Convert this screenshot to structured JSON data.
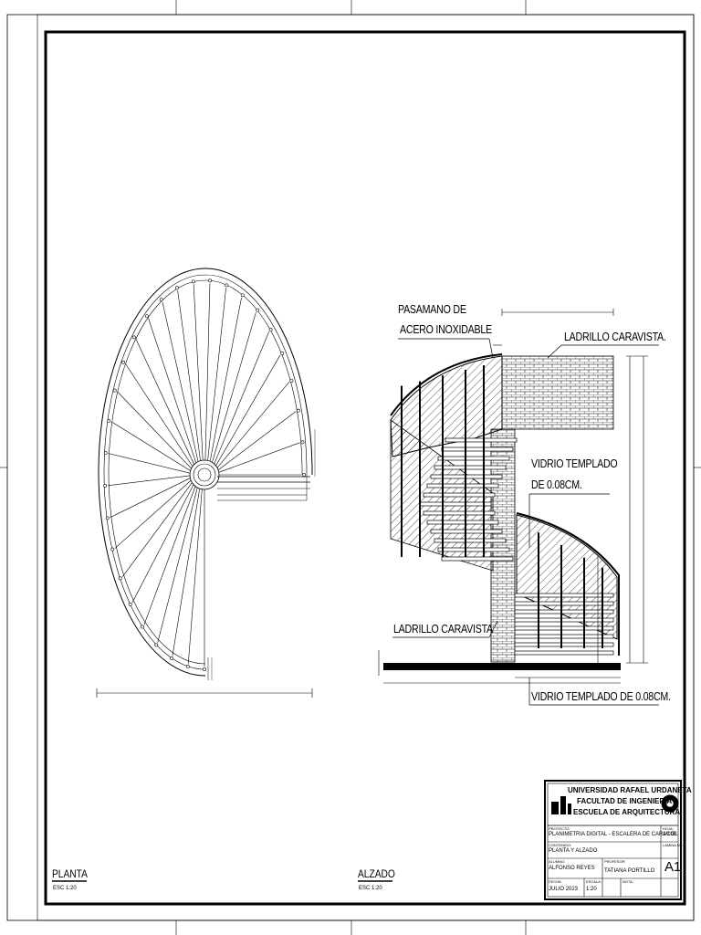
{
  "views": {
    "plan": {
      "title": "PLANTA",
      "scale": "ESC 1:20"
    },
    "elevation": {
      "title": "ALZADO",
      "scale": "ESC 1:20"
    }
  },
  "annotations": {
    "handrail_line1": "PASAMANO DE",
    "handrail_line2": "ACERO INOXIDABLE",
    "brick_top": "LADRILLO CARAVISTA.",
    "glass_mid_line1": "VIDRIO TEMPLADO",
    "glass_mid_line2": "DE 0.08CM.",
    "brick_bottom": "LADRILLO CARAVISTA",
    "glass_bottom": "VIDRIO TEMPLADO DE 0.08CM."
  },
  "title_block": {
    "university": "UNIVERSIDAD RAFAEL URDANETA",
    "faculty": "FACULTAD DE INGENIERIA",
    "school": "ESCUELA DE ARQUITECTURA",
    "project_label": "PROYECTO:",
    "project_value": "PLANIMETRIA DIGITAL - ESCALERA DE CARACOL",
    "sheet_label": "HOJA:",
    "sheet_value": "1/100",
    "content_label": "CONTENIDO:",
    "content_value": "PLANTA Y ALZADO",
    "drawing_label": "LAMINA No:",
    "drawing_value": "A1",
    "student_label": "ALUMNO:",
    "student_value": "ALFONSO REYES",
    "professor_label": "PROFESOR:",
    "professor_value": "TATIANA PORTILLO",
    "date_label": "FECHA:",
    "date_value": "JULIO 2023",
    "scale_label": "ESCALA:",
    "scale_value": "1:20",
    "note_label": "NOTA:",
    "note_value": ""
  },
  "colors": {
    "ink": "#000000",
    "paper": "#ffffff",
    "hatch": "#000000"
  },
  "icons": [
    "university-logo",
    "seal-emblem"
  ]
}
